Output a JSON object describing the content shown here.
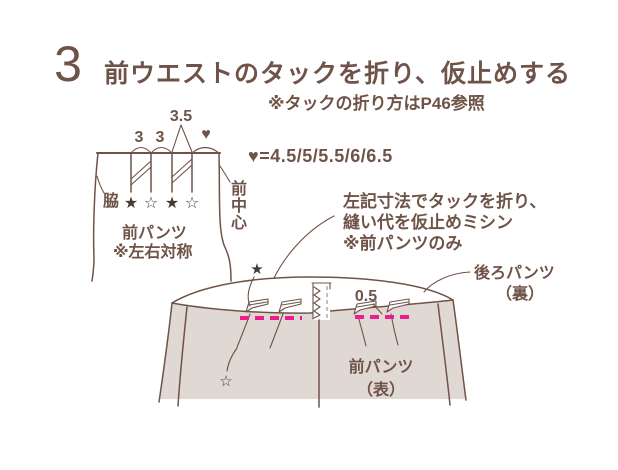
{
  "colors": {
    "brown": "#6f5348",
    "dark": "#463a31",
    "pink": "#ec1c8e",
    "beige": "#e0d9d3",
    "gray_dash": "#b3aca7",
    "bg": "#ffffff"
  },
  "header": {
    "step_number": "3",
    "title": "前ウエストのタックを折り、仮止めする",
    "note": "※タックの折り方はP46参照"
  },
  "size_formula": {
    "text": "♥=4.5/5/5.5/6/6.5"
  },
  "flat_diagram": {
    "measurements": [
      "3",
      "3",
      "3.5"
    ],
    "heart_symbol": "♥",
    "tuck_marks": [
      "★",
      "☆",
      "★",
      "☆"
    ],
    "side_label": "脇",
    "center_front_chars": [
      "前",
      "中",
      "心"
    ],
    "piece_label": "前パンツ",
    "symmetry_note": "※左右対称"
  },
  "instruction": {
    "lines": [
      "左記寸法でタックを折り、",
      "縫い代を仮止めミシン",
      "※前パンツのみ"
    ]
  },
  "sewn_diagram": {
    "back_label": "後ろパンツ",
    "back_side": "（裏）",
    "front_label": "前パンツ",
    "front_side": "（表）",
    "stitch_offset": "0.5",
    "star_solid": "★",
    "star_open": "☆"
  }
}
